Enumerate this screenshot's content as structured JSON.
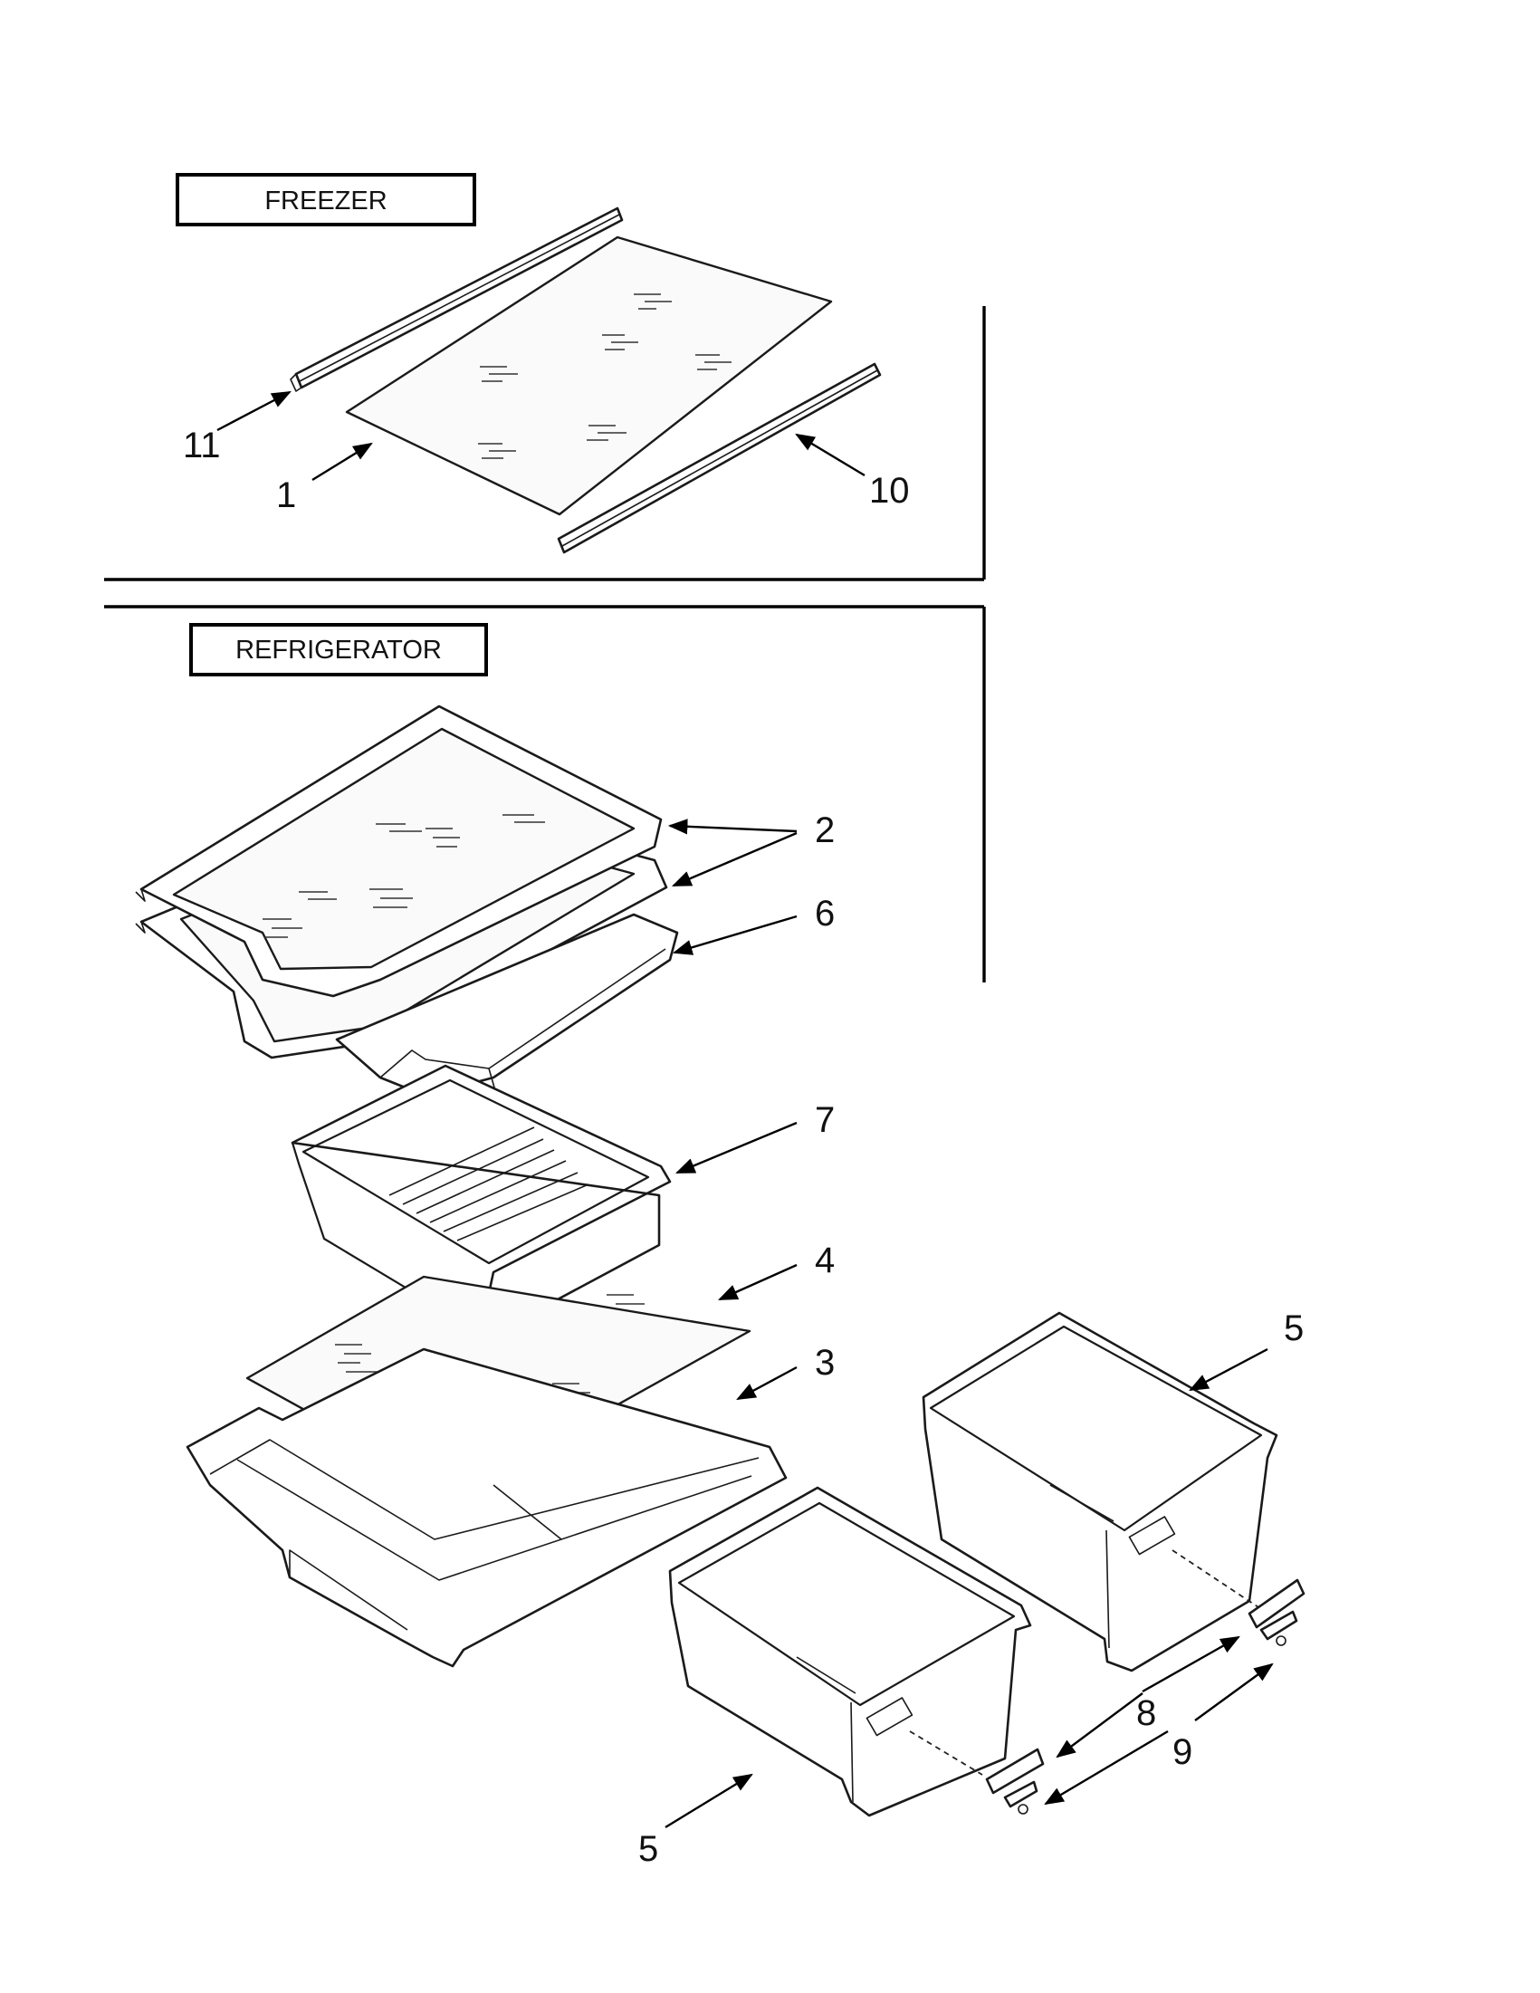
{
  "sections": {
    "freezer": {
      "title": "FREEZER"
    },
    "refrigerator": {
      "title": "REFRIGERATOR"
    }
  },
  "callouts": {
    "c11": "11",
    "c1": "1",
    "c10": "10",
    "c2": "2",
    "c6": "6",
    "c7": "7",
    "c4": "4",
    "c3": "3",
    "c5a": "5",
    "c5b": "5",
    "c8": "8",
    "c9": "9"
  }
}
